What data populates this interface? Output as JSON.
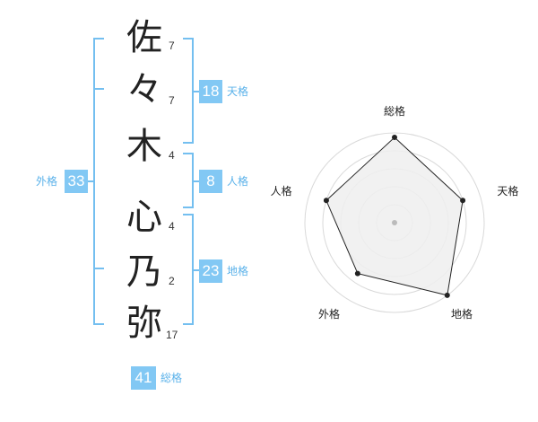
{
  "name_characters": [
    {
      "char": "佐",
      "strokes": "7"
    },
    {
      "char": "々",
      "strokes": "7"
    },
    {
      "char": "木",
      "strokes": "4"
    },
    {
      "char": "心",
      "strokes": "4"
    },
    {
      "char": "乃",
      "strokes": "2"
    },
    {
      "char": "弥",
      "strokes": "17"
    }
  ],
  "kaku": {
    "tenkaku": {
      "value": "18",
      "label": "天格"
    },
    "jinkaku": {
      "value": "8",
      "label": "人格"
    },
    "chikaku": {
      "value": "23",
      "label": "地格"
    },
    "gaikaku": {
      "value": "33",
      "label": "外格"
    },
    "soukaku": {
      "value": "41",
      "label": "総格"
    }
  },
  "chart_data": {
    "type": "radar",
    "axes": [
      "総格",
      "天格",
      "地格",
      "外格",
      "人格"
    ],
    "values": [
      0.95,
      0.8,
      1.0,
      0.7,
      0.8
    ],
    "grid_rings": 5,
    "colors": {
      "fill": "#eeeeee",
      "line": "#222222",
      "grid": "#d9d9d9",
      "center": "#bbbbbb"
    }
  },
  "colors": {
    "accent": "#82c8f4",
    "bracket": "#74bff0",
    "label": "#5bb2ea"
  }
}
